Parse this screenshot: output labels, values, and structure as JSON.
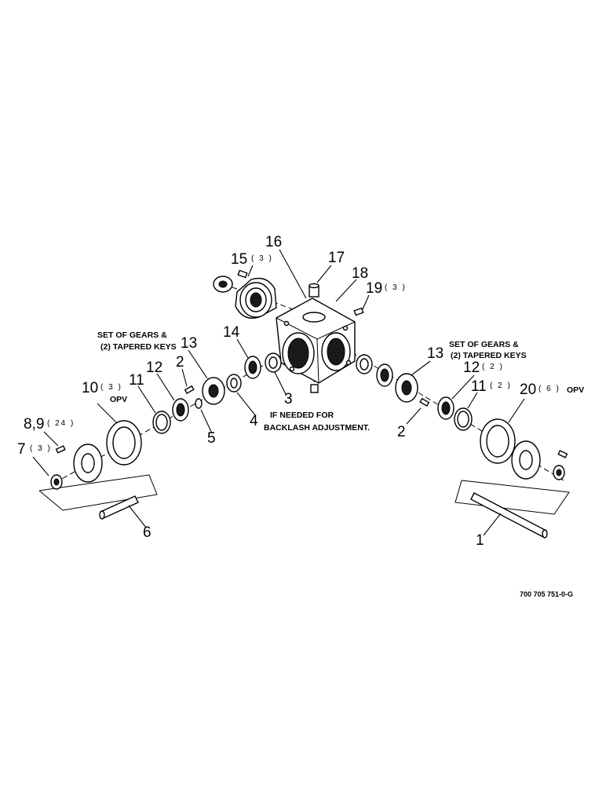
{
  "diagram": {
    "callouts": {
      "c16": "16",
      "c15": "15",
      "c15_qty": "( 3 )",
      "c17": "17",
      "c18": "18",
      "c19": "19",
      "c19_qty": "( 3 )",
      "c14": "14",
      "c13_left": "13",
      "c12_left": "12",
      "c2_left": "2",
      "c11_left": "11",
      "c10": "10",
      "c10_qty": "( 3 )",
      "c10_opv": "OPV",
      "c8_9": "8,9",
      "c8_9_qty": "( 24 )",
      "c7": "7",
      "c7_qty": "( 3 )",
      "c3": "3",
      "c4": "4",
      "c5": "5",
      "c6": "6",
      "c13_right": "13",
      "c12_right": "12",
      "c12_right_qty": "( 2 )",
      "c11_right": "11",
      "c11_right_qty": "( 2 )",
      "c20": "20",
      "c20_qty": "( 6 )",
      "c20_opv": "OPV",
      "c2_right": "2",
      "c1": "1"
    },
    "notes": {
      "gears_left_line1": "SET OF GEARS &",
      "gears_left_line2": "(2) TAPERED KEYS",
      "gears_right_line1": "SET OF GEARS &",
      "gears_right_line2": "(2) TAPERED KEYS",
      "backlash_line1": "IF NEEDED FOR",
      "backlash_line2": "BACKLASH ADJUSTMENT."
    },
    "figure_code": "700 705 751-0-G"
  }
}
